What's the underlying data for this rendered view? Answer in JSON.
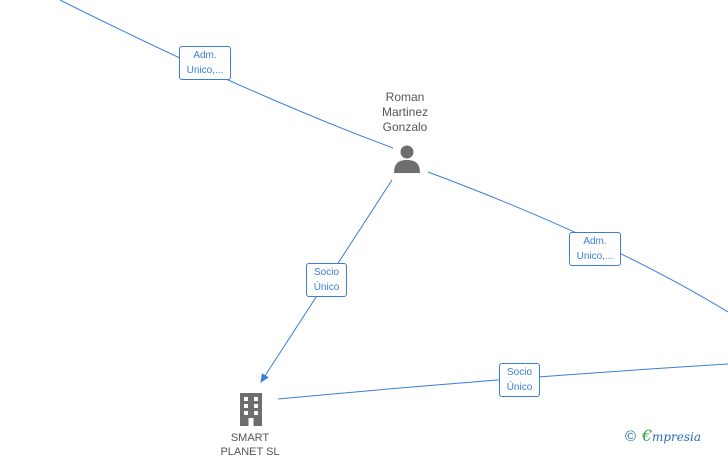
{
  "colors": {
    "edge": "#3b7dd8",
    "label_text": "#3b7dd8",
    "node_text": "#555555",
    "icon": "#6e6e6e",
    "brand_green": "#3aa043",
    "brand_blue": "#2a6db5"
  },
  "person": {
    "name_lines": [
      "Roman",
      "Martinez",
      "Gonzalo"
    ],
    "icon": "person-icon"
  },
  "company": {
    "name_lines": [
      "SMART",
      "PLANET SL"
    ],
    "icon": "building-icon"
  },
  "edges": [
    {
      "label": [
        "Adm.",
        "Unico,..."
      ]
    },
    {
      "label": [
        "Adm.",
        "Unico,..."
      ]
    },
    {
      "label": [
        "Socio",
        "Único"
      ]
    },
    {
      "label": [
        "Socio",
        "Único"
      ]
    }
  ],
  "watermark": {
    "copyright": "©",
    "brand": "Empresia"
  }
}
